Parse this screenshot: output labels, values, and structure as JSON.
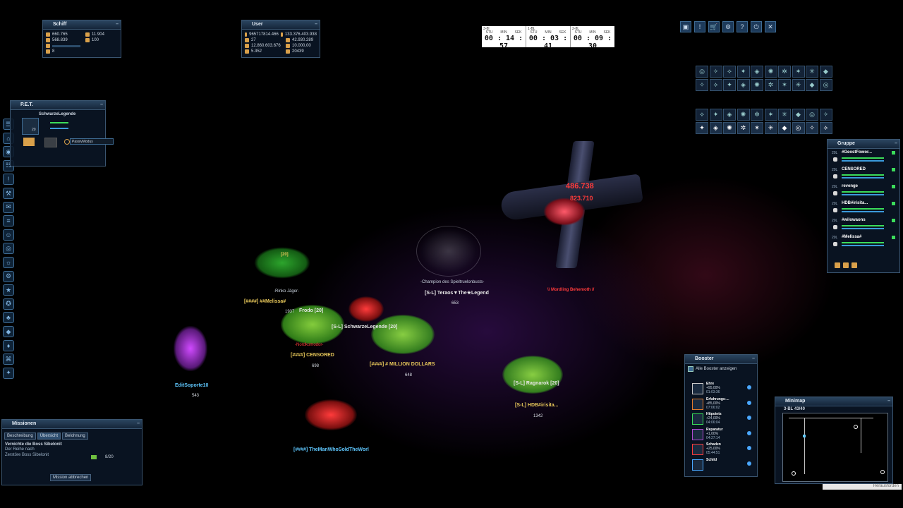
{
  "ship_panel": {
    "title": "Schiff",
    "stats": [
      "660.765",
      "11.904",
      "568.839",
      "100",
      "8"
    ]
  },
  "user_panel": {
    "title": "User",
    "stats": [
      "965717814.466",
      "133.376.403.938",
      "27",
      "42.930.289",
      "12.860.603.676",
      "10.000,00",
      "5.352",
      "20439"
    ]
  },
  "timers": [
    {
      "label": "3-8I",
      "headers": [
        "STU",
        "MIN",
        "SEK"
      ],
      "value": "00 : 14 : 57"
    },
    {
      "label": "1-BL",
      "headers": [
        "STU",
        "MIN",
        "SEK"
      ],
      "value": "00 : 03 : 41"
    },
    {
      "label": "2-8L",
      "headers": [
        "STU",
        "MIN",
        "SEK"
      ],
      "value": "00 : 09 : 30"
    }
  ],
  "pet_panel": {
    "title": "P.E.T.",
    "name": "SchwarzeLegende",
    "level": "20",
    "mode": "PassivModus"
  },
  "group_panel": {
    "title": "Gruppe",
    "members": [
      {
        "name": "#GeostFowor...",
        "level": "20L"
      },
      {
        "name": "CENSORED",
        "level": "20L"
      },
      {
        "name": "revenge",
        "level": "20L"
      },
      {
        "name": "HDB#irisita...",
        "level": "20L"
      },
      {
        "name": "#wilowaons",
        "level": "20L"
      },
      {
        "name": "#Melissa#",
        "level": "20L"
      }
    ]
  },
  "booster_panel": {
    "title": "Booster",
    "toggle_label": "Alle Booster anzeigen",
    "items": [
      {
        "name": "Ehre",
        "value": "+95,00%",
        "time": "01:03:36"
      },
      {
        "name": "Erfahrungs-...",
        "value": "+85,00%",
        "time": "07:06:02"
      },
      {
        "name": "Hitpoints",
        "value": "+24,00%",
        "time": "04:06:04"
      },
      {
        "name": "Reparatur",
        "value": "+1,00%",
        "time": "04:27:14"
      },
      {
        "name": "Schaden",
        "value": "+25,00%",
        "time": "05:44:51"
      },
      {
        "name": "Schild",
        "value": "",
        "time": ""
      }
    ]
  },
  "minimap": {
    "title": "Minimap",
    "sector": "3-BL 43/40",
    "footer": "Herausforden"
  },
  "missions": {
    "title": "Missionen",
    "tabs": [
      "Beschreibung",
      "Übersicht",
      "Belohnung"
    ],
    "heading": "Vernichte die Boss Sibelonit",
    "lines": [
      "Der Reihe nach",
      "Zerstöre Boss Sibelonit"
    ],
    "progress": "8/20",
    "cancel": "Mission abbrechen"
  },
  "world": {
    "damage_1": "486.738",
    "damage_2": "823.710",
    "boss_name": "\\\\ Mordling Behemoth //",
    "champion": "-Champion des Spieltruelonbusts-",
    "players": [
      {
        "name": "[S-L] Teraos▼The★Legend",
        "value": "653"
      },
      {
        "name": "[####] ##Melissa#",
        "value": ""
      },
      {
        "name": "Frodo [20]",
        "value": "1937"
      },
      {
        "name": "[S-L] SchwarzeLegende [20]",
        "value": ""
      },
      {
        "name": "[####] CENSORED",
        "value": "698"
      },
      {
        "name": "[####] #    MILLION    DOLLARS",
        "value": "648"
      },
      {
        "name": "[S-L] Ragnarok [20]",
        "value": ""
      },
      {
        "name": "[S-L] HDB#irisita...",
        "value": "1342"
      },
      {
        "name": "EditSoporte10",
        "value": "543"
      },
      {
        "name": "[####] TheManWhoSoldTheWorl",
        "value": ""
      }
    ],
    "tags": [
      "-Rinko Jäger-",
      "-Nordkomodor-",
      "[20]"
    ]
  },
  "colors": {
    "panel_bg": "#0a1626",
    "accent": "#3a5570",
    "player_gold": "#e8c85a",
    "ally_cyan": "#5fc8ff",
    "enemy_red": "#ff3b3b"
  }
}
